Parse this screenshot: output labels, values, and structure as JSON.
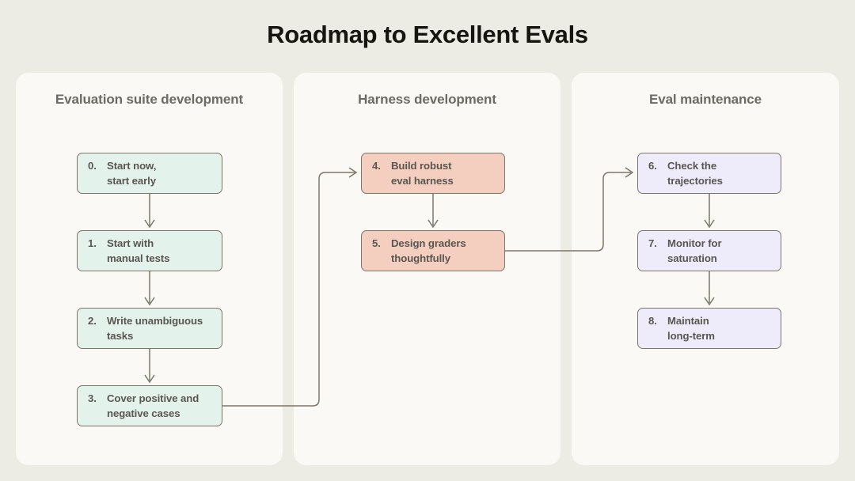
{
  "title": "Roadmap to Excellent Evals",
  "colors": {
    "page_background": "#edece4",
    "panel_background": "#faf9f5",
    "node_border": "#7d7569",
    "node_text": "#5a5651",
    "header_text": "#6d6a63",
    "title_text": "#16150f",
    "mint": "#e3f2ea",
    "peach": "#f4cebe",
    "lilac": "#eeecfb",
    "connector": "#7d7569"
  },
  "columns": [
    {
      "id": "evaluation-suite-development",
      "header": "Evaluation suite development",
      "nodes": [
        {
          "num": "0.",
          "label": "Start now,\nstart early"
        },
        {
          "num": "1.",
          "label": "Start with\nmanual tests"
        },
        {
          "num": "2.",
          "label": "Write unambiguous\ntasks"
        },
        {
          "num": "3.",
          "label": "Cover positive and\nnegative cases"
        }
      ]
    },
    {
      "id": "harness-development",
      "header": "Harness development",
      "nodes": [
        {
          "num": "4.",
          "label": "Build robust\neval harness"
        },
        {
          "num": "5.",
          "label": "Design graders\nthoughtfully"
        }
      ]
    },
    {
      "id": "eval-maintenance",
      "header": "Eval maintenance",
      "nodes": [
        {
          "num": "6.",
          "label": "Check the\ntrajectories"
        },
        {
          "num": "7.",
          "label": "Monitor for\nsaturation"
        },
        {
          "num": "8.",
          "label": "Maintain\nlong-term"
        }
      ]
    }
  ]
}
